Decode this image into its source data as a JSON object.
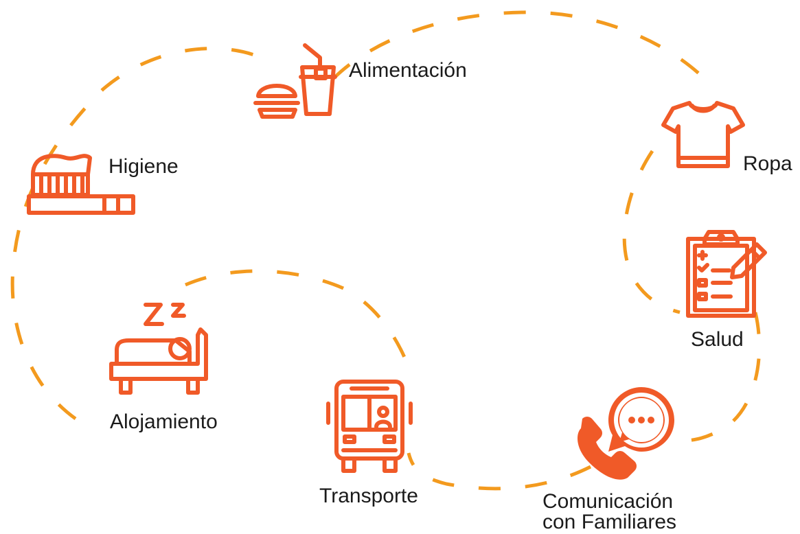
{
  "diagram": {
    "colors": {
      "icon": "#f05a28",
      "dashed_path": "#f39a1e",
      "text": "#1b1b1b",
      "background": "#ffffff"
    },
    "items": [
      {
        "id": "alimentacion",
        "label": "Alimentación",
        "icon": "burger-and-drink-icon"
      },
      {
        "id": "higiene",
        "label": "Higiene",
        "icon": "toothbrush-icon"
      },
      {
        "id": "ropa",
        "label": "Ropa",
        "icon": "tshirt-icon"
      },
      {
        "id": "salud",
        "label": "Salud",
        "icon": "medical-clipboard-icon"
      },
      {
        "id": "alojamiento",
        "label": "Alojamiento",
        "icon": "bed-sleeping-icon"
      },
      {
        "id": "transporte",
        "label": "Transporte",
        "icon": "bus-icon"
      },
      {
        "id": "comunicacion",
        "label_line1": "Comunicación",
        "label_line2": "con Familiares",
        "icon": "phone-chat-icon"
      }
    ]
  }
}
